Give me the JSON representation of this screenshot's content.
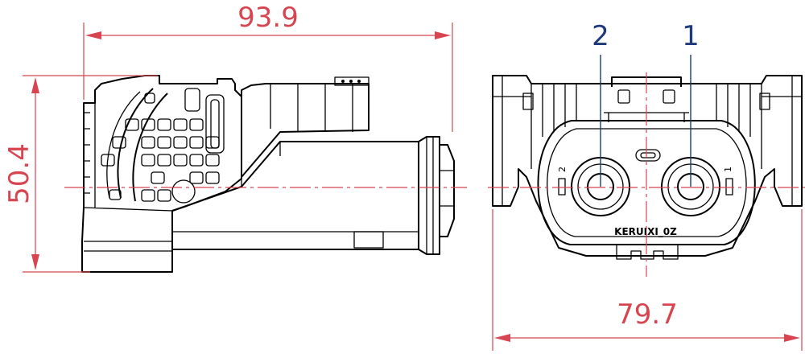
{
  "dimensions": {
    "overall_length": "93.9",
    "overall_height": "50.4",
    "overall_width": "79.7"
  },
  "pins": {
    "left_label": "2",
    "right_label": "1"
  },
  "face_marks": {
    "pin2_small": "2",
    "pin1_small": "1",
    "logo_text": "KERUIXI_0Z"
  },
  "colors": {
    "dimension_line": "#d64550",
    "pin_leader": "#1f3a7a",
    "outline": "#000000"
  }
}
